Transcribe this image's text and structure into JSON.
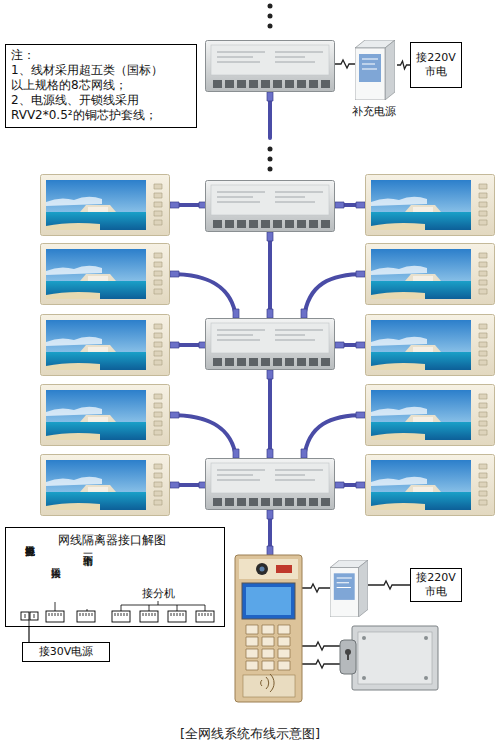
{
  "diagram": {
    "caption": "[全网线系统布线示意图]",
    "nodes": [
      {
        "text": [
          "注：",
          "1、线材采用超五类（国标） 以上规格的8芯网线；",
          "2、电源线、开锁线采用 RVV2*0.5²的铜芯护套线；"
        ]
      },
      {
        "text": [
          "补充电源"
        ]
      },
      {
        "text": [
          "接220V 市电"
        ]
      },
      {
        "text": [
          "网线隔离器接口解图"
        ]
      },
      {
        "text": [
          "接220V 市电"
        ]
      },
      {
        "text": [
          "接30V电源"
        ]
      }
    ],
    "edges": [
      {
        "from": 1,
        "to": 2,
        "arrow": "none"
      },
      {
        "from": 3,
        "to": 5,
        "arrow": "none"
      }
    ],
    "labels": [
      "补充电源挤接口",
      "输入接口",
      "输出到下一个",
      "接分机"
    ]
  }
}
